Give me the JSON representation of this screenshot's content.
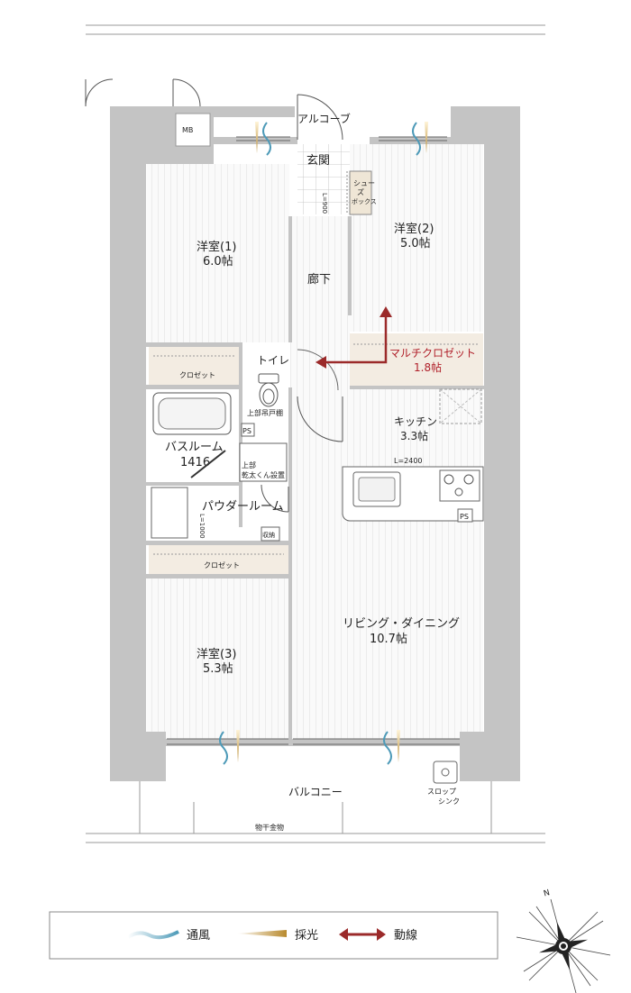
{
  "rooms": {
    "alcove": "アルコーブ",
    "mb": "MB",
    "genkan": "玄関",
    "shoe_box": [
      "シュー",
      "ズ",
      "ボックス"
    ],
    "shoe_dim": "L=900",
    "western1": {
      "name": "洋室(1)",
      "size": "6.0帖"
    },
    "western2": {
      "name": "洋室(2)",
      "size": "5.0帖"
    },
    "western3": {
      "name": "洋室(3)",
      "size": "5.3帖"
    },
    "hallway": "廊下",
    "closet1": "クロゼット",
    "closet3": "クロゼット",
    "multi_closet": {
      "name": "マルチクロゼット",
      "size": "1.8帖"
    },
    "toilet": "トイレ",
    "toilet_shelf": "上部吊戸棚",
    "ps1": "PS",
    "ps2": "PS",
    "bathroom": {
      "name": "バスルーム",
      "size": "1416"
    },
    "dryer": [
      "上部",
      "乾太くん設置"
    ],
    "powder": "パウダールーム",
    "powder_dim": "L=1000",
    "storage": "収納",
    "kitchen": {
      "name": "キッチン",
      "size": "3.3帖"
    },
    "kitchen_dim": "L=2400",
    "living": {
      "name": "リビング・ダイニング",
      "size": "10.7帖"
    },
    "balcony": "バルコニー",
    "slop_sink": [
      "スロップ",
      "シンク"
    ],
    "drying_hardware": "物干金物"
  },
  "legend": {
    "ventilation": "通風",
    "lighting": "採光",
    "circulation": "動線"
  },
  "compass": {
    "north": "N"
  },
  "colors": {
    "wall": "#c4c4c4",
    "floor_lines": "#dcdcdc",
    "closet_fill": "#f3ece2",
    "red_arrow": "#9b2a2a",
    "wind": "#5aa3bd",
    "light": "#c8a050"
  }
}
